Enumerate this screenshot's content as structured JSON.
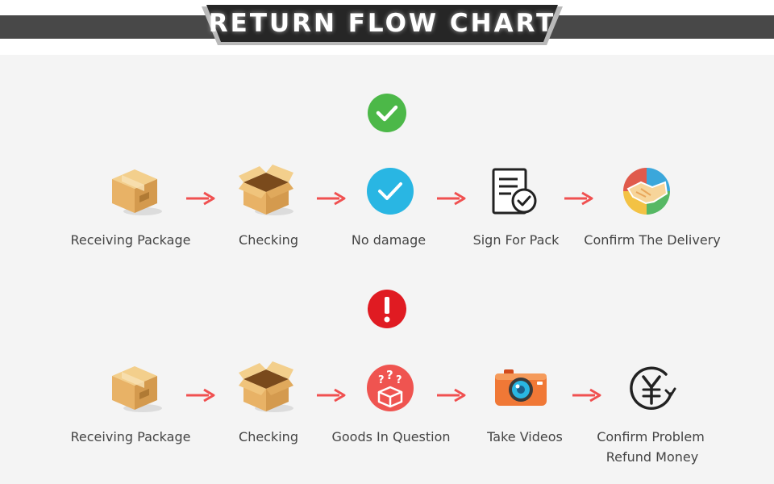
{
  "title": "RETURN FLOW CHART",
  "colors": {
    "header_bar": "#484848",
    "success": "#4cb848",
    "error": "#e01b22",
    "arrow": "#f05050",
    "box": "#e8b266",
    "cyan": "#29b6e3",
    "camera": "#f07836"
  },
  "flows": [
    {
      "status": "check-icon",
      "steps": [
        {
          "label": "Receiving Package",
          "icon": "package-icon"
        },
        {
          "label": "Checking",
          "icon": "open-box-icon"
        },
        {
          "label": "No damage",
          "icon": "check-circle-icon"
        },
        {
          "label": "Sign For Pack",
          "icon": "signed-document-icon"
        },
        {
          "label": "Confirm The Delivery",
          "icon": "handshake-icon"
        }
      ]
    },
    {
      "status": "exclamation-icon",
      "steps": [
        {
          "label": "Receiving Package",
          "icon": "package-icon"
        },
        {
          "label": "Checking",
          "icon": "open-box-icon"
        },
        {
          "label": "Goods In Question",
          "icon": "question-box-icon"
        },
        {
          "label": "Take Videos",
          "icon": "camera-icon"
        },
        {
          "label": "Confirm Problem",
          "label2": "Refund Money",
          "icon": "yen-refund-icon"
        }
      ]
    }
  ]
}
